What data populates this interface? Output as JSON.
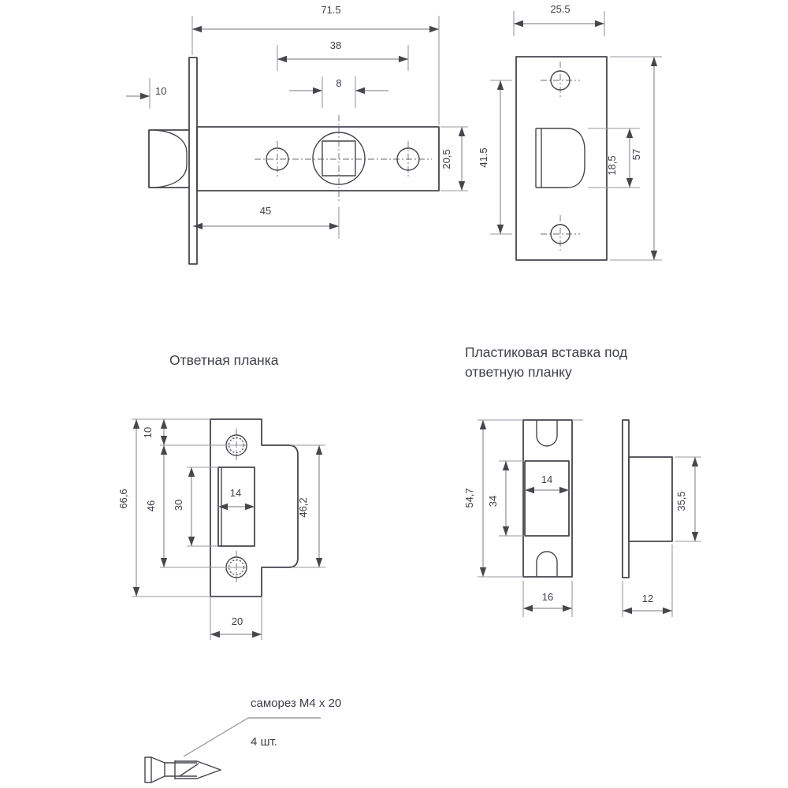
{
  "views": {
    "latch_side": {
      "dim_total_length": "71.5",
      "dim_hole_span": "38",
      "dim_square": "8",
      "dim_bolt_protrusion": "10",
      "dim_backset": "45",
      "dim_body_height": "20,5"
    },
    "faceplate": {
      "dim_width": "25.5",
      "dim_hole_span": "41.5",
      "dim_bolt_height": "18,5",
      "dim_height": "57"
    },
    "strike_plate": {
      "title": "Ответная планка",
      "dim_height": "66,6",
      "dim_hole_offset": "10",
      "dim_hole_span": "46",
      "dim_opening_height": "30",
      "dim_opening_width": "14",
      "dim_tab_height": "46,2",
      "dim_width": "20"
    },
    "insert": {
      "title_line1": "Пластиковая вставка под",
      "title_line2": "ответную планку",
      "front": {
        "dim_height": "54,7",
        "dim_opening_height": "34",
        "dim_opening_width": "14",
        "dim_width": "16"
      },
      "side": {
        "dim_box_height": "35,5",
        "dim_depth": "12"
      }
    },
    "screw": {
      "label": "саморез M4 x 20",
      "quantity": "4 шт."
    }
  },
  "colors": {
    "outline": "#45464d",
    "dimension_lines": "#8f8f97",
    "text": "#3d404a"
  }
}
